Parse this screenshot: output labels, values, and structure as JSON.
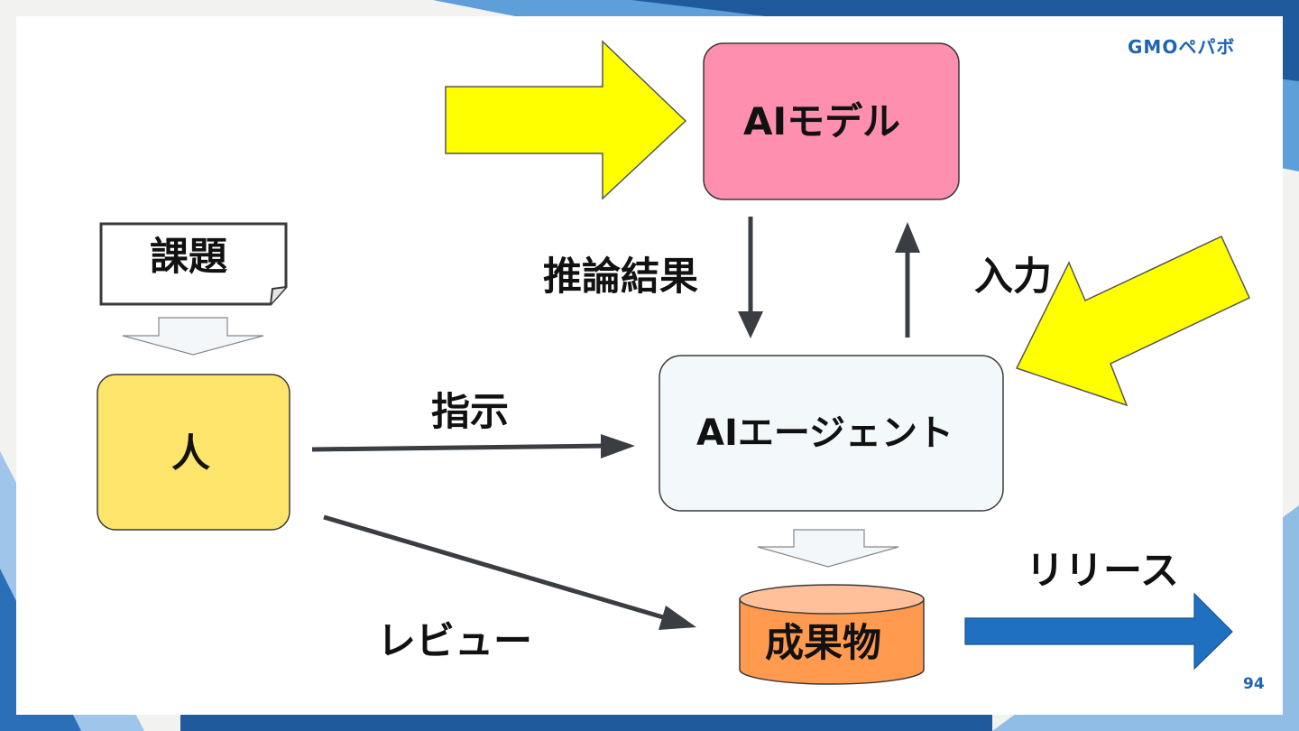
{
  "logo": "GMOペパボ",
  "page_number": "94",
  "nodes": {
    "ai_model": "AIモデル",
    "ai_agent": "AIエージェント",
    "human": "人",
    "task": "課題",
    "deliverable": "成果物"
  },
  "edges": {
    "inference_result": "推論結果",
    "input": "入力",
    "instruction": "指示",
    "review": "レビュー",
    "release": "リリース"
  },
  "colors": {
    "ai_model_fill": "#ff8fae",
    "human_fill": "#fde46a",
    "agent_fill": "#f3f8fb",
    "deliverable_fill": "#ff9a4f",
    "deliverable_top": "#ffc09a",
    "highlight_arrow": "#ffff00",
    "release_arrow": "#1f70c1",
    "accent_blue": "#1f64b4"
  }
}
